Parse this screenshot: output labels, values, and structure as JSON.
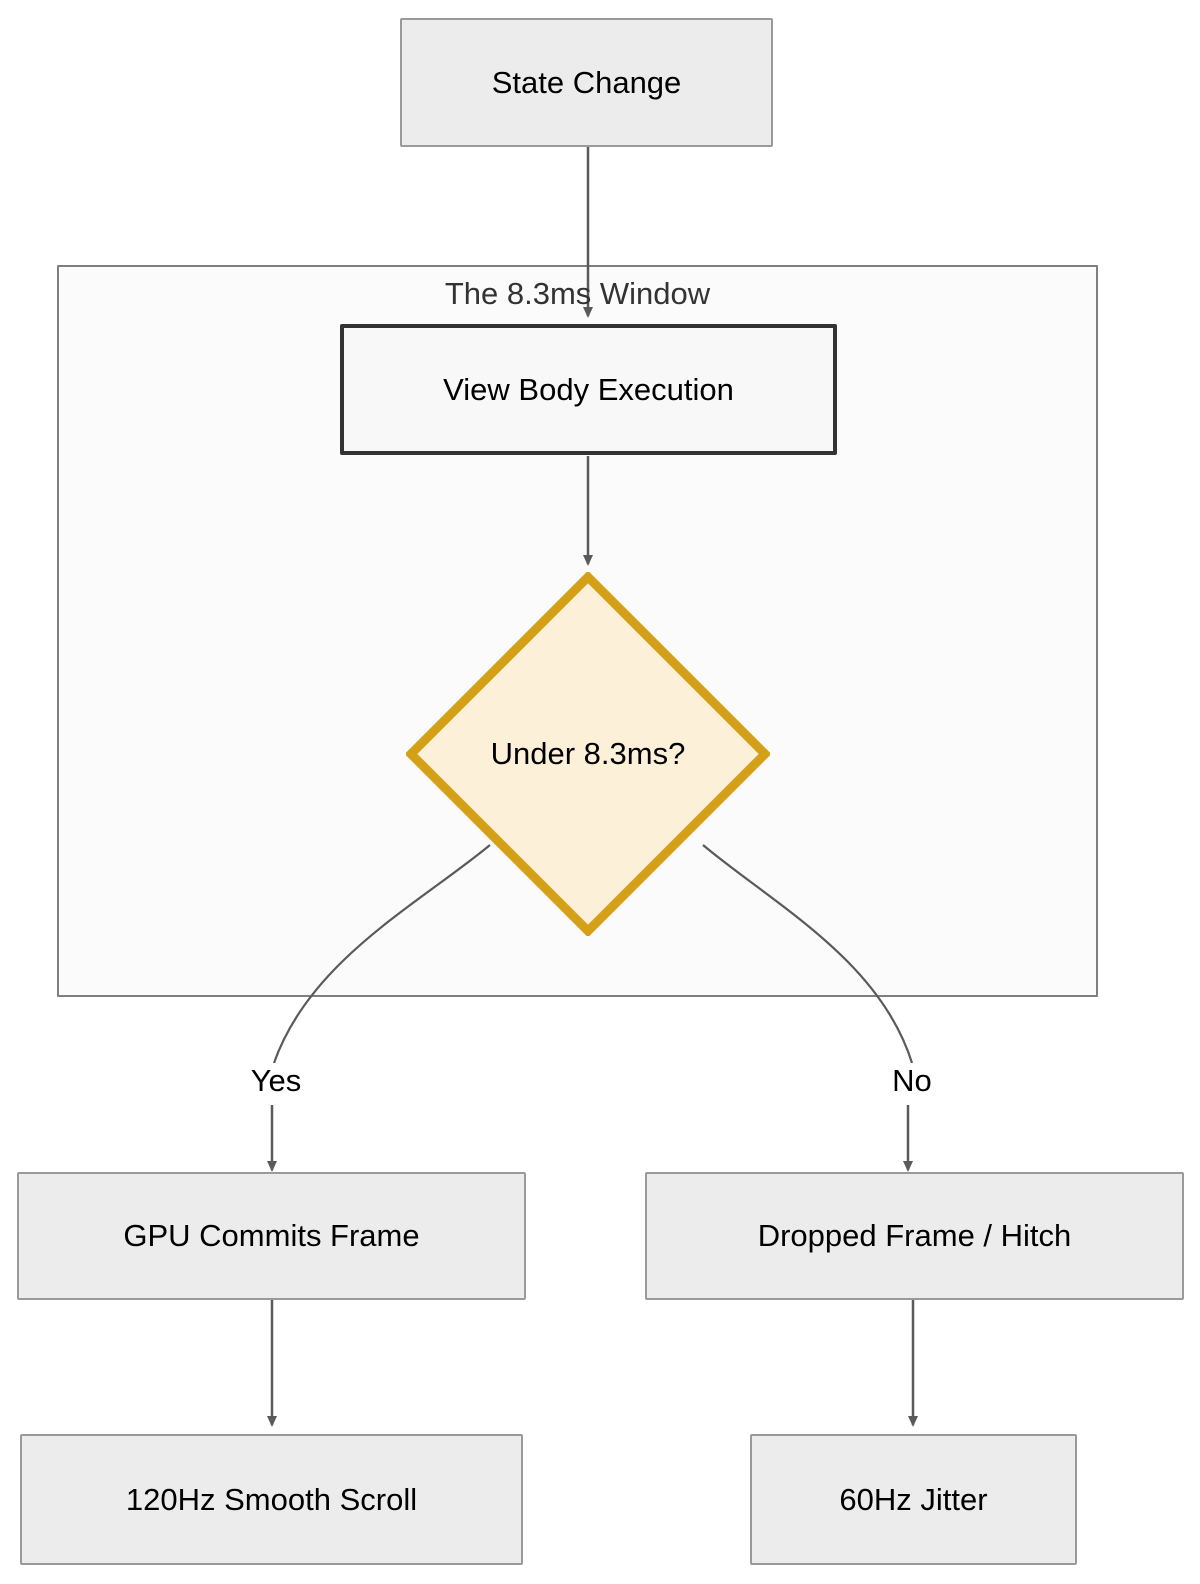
{
  "diagram": {
    "title_node": "State Change",
    "subgraph": {
      "label": "The 8.3ms Window",
      "nodes": {
        "process": "View Body Execution",
        "decision": "Under 8.3ms?"
      }
    },
    "branches": {
      "yes_label": "Yes",
      "no_label": "No"
    },
    "outcomes": {
      "yes_first": "GPU Commits Frame",
      "yes_second": "120Hz Smooth Scroll",
      "no_first": "Dropped Frame / Hitch",
      "no_second": "60Hz Jitter"
    },
    "colors": {
      "node_fill": "#ececec",
      "node_stroke": "#9a9a9a",
      "highlight_node_fill": "#f8f8f8",
      "highlight_node_stroke": "#333333",
      "decision_fill": "#fdf0d9",
      "decision_stroke": "#d4a017",
      "subgraph_fill": "#fbfbfb",
      "subgraph_stroke": "#7f7f7f",
      "edge_stroke": "#5a5a5a",
      "text": "#000000"
    }
  }
}
